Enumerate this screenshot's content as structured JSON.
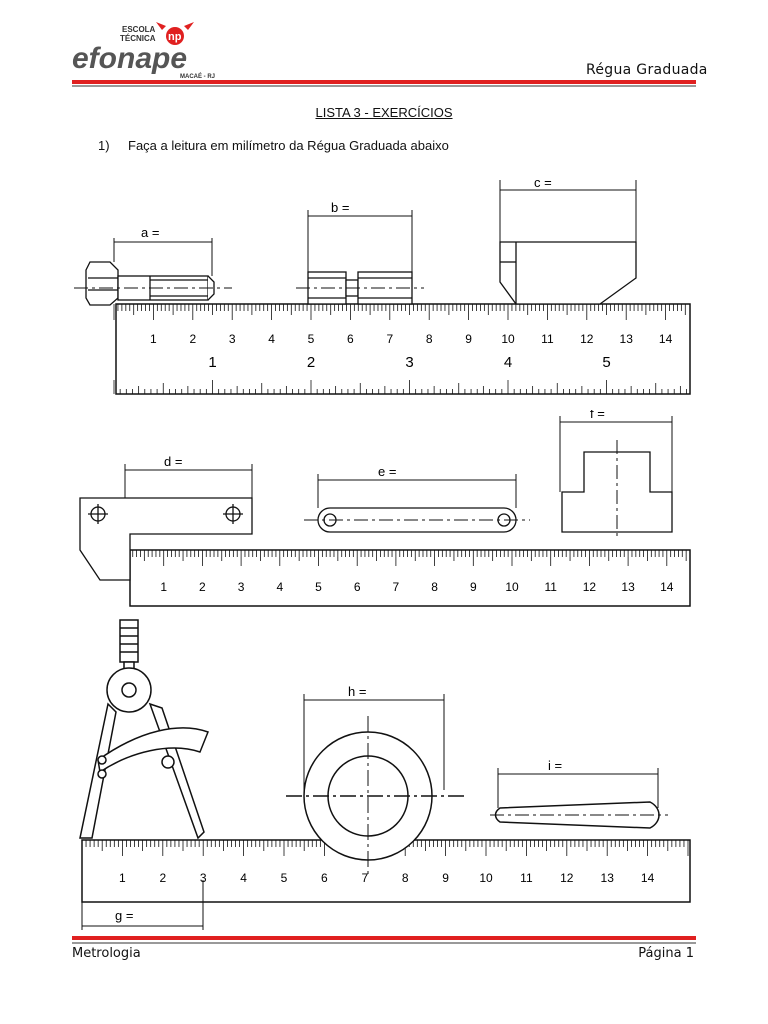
{
  "header": {
    "logo": {
      "school_line1": "ESCOLA",
      "school_line2": "TÉCNICA",
      "brand": "efonape",
      "np": "np",
      "city": "MACAÉ - RJ"
    },
    "doc_title": "Régua Graduada"
  },
  "content": {
    "list_title": "LISTA 3 - EXERCÍCIOS",
    "question_number": "1)",
    "question_text": "Faça a leitura em milímetro da Régua Graduada abaixo"
  },
  "figures": {
    "labels": {
      "a": "a =",
      "b": "b =",
      "c": "c =",
      "d": "d =",
      "e": "e =",
      "f": "f =",
      "g": "g =",
      "h": "h =",
      "i": "i ="
    },
    "ruler_cm_numbers": [
      "1",
      "2",
      "3",
      "4",
      "5",
      "6",
      "7",
      "8",
      "9",
      "10",
      "11",
      "12",
      "13",
      "14"
    ],
    "ruler_inch_numbers": [
      "1",
      "2",
      "3",
      "4",
      "5"
    ]
  },
  "footer": {
    "left": "Metrologia",
    "right": "Página 1"
  },
  "colors": {
    "accent_red": "#e02020",
    "logo_gray": "#555555"
  }
}
